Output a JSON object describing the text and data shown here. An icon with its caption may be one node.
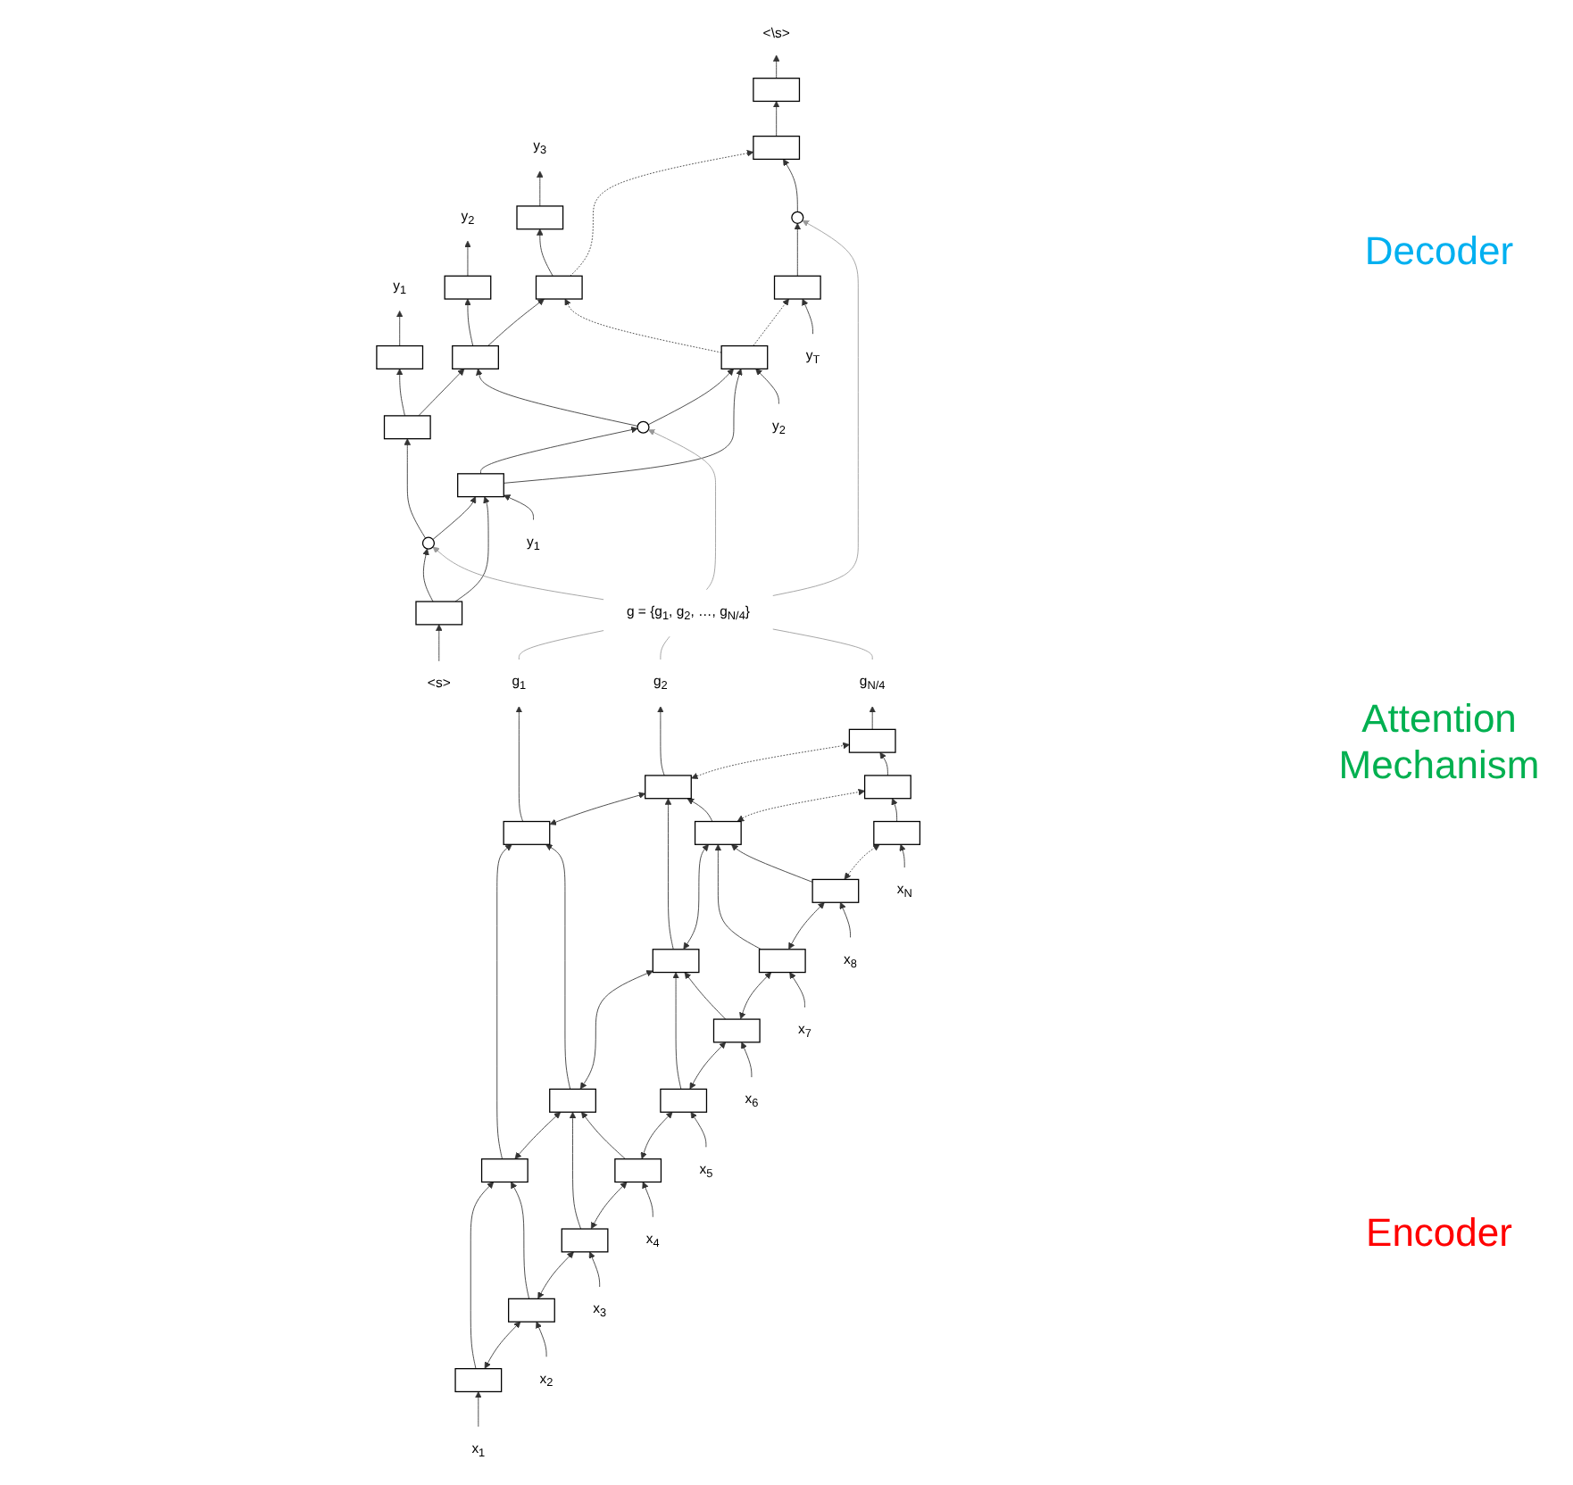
{
  "diagram": {
    "nodes": [
      {
        "text": [
          "y$_{1}$"
        ]
      },
      {
        "text": [
          "y$_{2}$"
        ]
      },
      {
        "text": [
          "y$_{3}$"
        ]
      },
      {
        "text": [
          "<\\s>"
        ]
      },
      {
        "text": [],
        "shape": "box"
      },
      {
        "text": [],
        "shape": "box"
      },
      {
        "text": [],
        "shape": "box"
      },
      {
        "text": [],
        "shape": "box"
      },
      {
        "text": [],
        "shape": "box"
      },
      {
        "text": [],
        "shape": "box"
      },
      {
        "text": [],
        "shape": "box"
      },
      {
        "text": [],
        "shape": "box"
      },
      {
        "text": [],
        "shape": "circle"
      },
      {
        "text": [],
        "shape": "circle"
      },
      {
        "text": [],
        "shape": "circle"
      },
      {
        "text": [],
        "shape": "box"
      },
      {
        "text": [],
        "shape": "box"
      },
      {
        "text": [],
        "shape": "box"
      },
      {
        "text": [],
        "shape": "box"
      },
      {
        "text": [
          "<s>"
        ]
      },
      {
        "text": [
          "y$_{1}$"
        ]
      },
      {
        "text": [
          "y$_{2}$"
        ]
      },
      {
        "text": [
          "y$_{T}$"
        ]
      },
      {
        "text": [
          "g = {g$_{1}$, g$_{2}$, …, g$_{N/4}$}"
        ]
      },
      {
        "text": [
          "g$_{1}$"
        ]
      },
      {
        "text": [
          "g$_{2}$"
        ]
      },
      {
        "text": [
          "g$_{N/4}$"
        ]
      },
      {
        "text": [],
        "shape": "box"
      },
      {
        "text": [],
        "shape": "box"
      },
      {
        "text": [],
        "shape": "box"
      },
      {
        "text": [],
        "shape": "box"
      },
      {
        "text": [],
        "shape": "box"
      },
      {
        "text": [],
        "shape": "box"
      },
      {
        "text": [],
        "shape": "box"
      },
      {
        "text": [],
        "shape": "box"
      },
      {
        "text": [],
        "shape": "box"
      },
      {
        "text": [],
        "shape": "box"
      },
      {
        "text": [],
        "shape": "box"
      },
      {
        "text": [],
        "shape": "box"
      },
      {
        "text": [],
        "shape": "box"
      },
      {
        "text": [],
        "shape": "box"
      },
      {
        "text": [],
        "shape": "box"
      },
      {
        "text": [],
        "shape": "box"
      },
      {
        "text": [],
        "shape": "box"
      },
      {
        "text": [
          "x$_{1}$"
        ]
      },
      {
        "text": [
          "x$_{2}$"
        ]
      },
      {
        "text": [
          "x$_{3}$"
        ]
      },
      {
        "text": [
          "x$_{4}$"
        ]
      },
      {
        "text": [
          "x$_{5}$"
        ]
      },
      {
        "text": [
          "x$_{6}$"
        ]
      },
      {
        "text": [
          "x$_{7}$"
        ]
      },
      {
        "text": [
          "x$_{8}$"
        ]
      },
      {
        "text": [
          "x$_{N}$"
        ]
      }
    ],
    "edges": [
      {
        "from": 4,
        "to": 0,
        "arrow": "to"
      },
      {
        "from": 5,
        "to": 1,
        "arrow": "to"
      },
      {
        "from": 6,
        "to": 2,
        "arrow": "to"
      },
      {
        "from": 7,
        "to": 3,
        "arrow": "to"
      },
      {
        "from": 8,
        "to": 4,
        "arrow": "to"
      },
      {
        "from": 9,
        "to": 5,
        "arrow": "to"
      },
      {
        "from": 10,
        "to": 6,
        "arrow": "to"
      },
      {
        "from": 11,
        "to": 7,
        "arrow": "to"
      },
      {
        "from": 8,
        "to": 9,
        "arrow": "to"
      },
      {
        "from": 9,
        "to": 10,
        "arrow": "to"
      },
      {
        "from": 10,
        "to": 11,
        "arrow": "to",
        "style": "dashed"
      },
      {
        "from": 12,
        "to": 8,
        "arrow": "to"
      },
      {
        "from": 13,
        "to": 9,
        "arrow": "to"
      },
      {
        "from": 14,
        "to": 11,
        "arrow": "to"
      },
      {
        "from": 17,
        "to": 10,
        "arrow": "to",
        "style": "dashed"
      },
      {
        "from": 15,
        "to": 12,
        "arrow": "to"
      },
      {
        "from": 16,
        "to": 13,
        "arrow": "to"
      },
      {
        "from": 18,
        "to": 14,
        "arrow": "to"
      },
      {
        "from": 12,
        "to": 16,
        "arrow": "to"
      },
      {
        "from": 13,
        "to": 17,
        "arrow": "to"
      },
      {
        "from": 15,
        "to": 16,
        "arrow": "to"
      },
      {
        "from": 16,
        "to": 17,
        "arrow": "to"
      },
      {
        "from": 17,
        "to": 18,
        "arrow": "to",
        "style": "dashed"
      },
      {
        "from": 19,
        "to": 15,
        "arrow": "to"
      },
      {
        "from": 20,
        "to": 16,
        "arrow": "to"
      },
      {
        "from": 21,
        "to": 17,
        "arrow": "to"
      },
      {
        "from": 22,
        "to": 18,
        "arrow": "to"
      },
      {
        "from": 23,
        "to": 12,
        "arrow": "to",
        "color": "#999999"
      },
      {
        "from": 23,
        "to": 13,
        "arrow": "to",
        "color": "#999999"
      },
      {
        "from": 23,
        "to": 14,
        "arrow": "to",
        "color": "#999999"
      },
      {
        "from": 24,
        "to": 23,
        "arrow": "none",
        "color": "#999999"
      },
      {
        "from": 25,
        "to": 23,
        "arrow": "none",
        "color": "#999999"
      },
      {
        "from": 26,
        "to": 23,
        "arrow": "none",
        "color": "#999999"
      },
      {
        "from": 27,
        "to": 24,
        "arrow": "to"
      },
      {
        "from": 28,
        "to": 25,
        "arrow": "to"
      },
      {
        "from": 29,
        "to": 26,
        "arrow": "to"
      },
      {
        "from": 27,
        "to": 28,
        "arrow": "both"
      },
      {
        "from": 28,
        "to": 29,
        "arrow": "both",
        "style": "dashed"
      },
      {
        "from": 30,
        "to": 27,
        "arrow": "to"
      },
      {
        "from": 31,
        "to": 27,
        "arrow": "to"
      },
      {
        "from": 32,
        "to": 28,
        "arrow": "to"
      },
      {
        "from": 33,
        "to": 28,
        "arrow": "to"
      },
      {
        "from": 34,
        "to": 29,
        "arrow": "to"
      },
      {
        "from": 30,
        "to": 31,
        "arrow": "both"
      },
      {
        "from": 31,
        "to": 32,
        "arrow": "both"
      },
      {
        "from": 32,
        "to": 33,
        "arrow": "both"
      },
      {
        "from": 33,
        "to": 34,
        "arrow": "both",
        "style": "dashed"
      },
      {
        "from": 35,
        "to": 30,
        "arrow": "to"
      },
      {
        "from": 36,
        "to": 30,
        "arrow": "to"
      },
      {
        "from": 37,
        "to": 31,
        "arrow": "to"
      },
      {
        "from": 38,
        "to": 31,
        "arrow": "to"
      },
      {
        "from": 39,
        "to": 32,
        "arrow": "to"
      },
      {
        "from": 40,
        "to": 32,
        "arrow": "to"
      },
      {
        "from": 41,
        "to": 33,
        "arrow": "to"
      },
      {
        "from": 42,
        "to": 33,
        "arrow": "to"
      },
      {
        "from": 43,
        "to": 34,
        "arrow": "to"
      },
      {
        "from": 35,
        "to": 36,
        "arrow": "both"
      },
      {
        "from": 36,
        "to": 37,
        "arrow": "both"
      },
      {
        "from": 37,
        "to": 38,
        "arrow": "both"
      },
      {
        "from": 38,
        "to": 39,
        "arrow": "both"
      },
      {
        "from": 39,
        "to": 40,
        "arrow": "both"
      },
      {
        "from": 40,
        "to": 41,
        "arrow": "both"
      },
      {
        "from": 41,
        "to": 42,
        "arrow": "both"
      },
      {
        "from": 42,
        "to": 43,
        "arrow": "both",
        "style": "dashed"
      },
      {
        "from": 44,
        "to": 35,
        "arrow": "to"
      },
      {
        "from": 45,
        "to": 36,
        "arrow": "to"
      },
      {
        "from": 46,
        "to": 37,
        "arrow": "to"
      },
      {
        "from": 47,
        "to": 38,
        "arrow": "to"
      },
      {
        "from": 48,
        "to": 39,
        "arrow": "to"
      },
      {
        "from": 49,
        "to": 40,
        "arrow": "to"
      },
      {
        "from": 50,
        "to": 41,
        "arrow": "to"
      },
      {
        "from": 51,
        "to": 42,
        "arrow": "to"
      },
      {
        "from": 52,
        "to": 43,
        "arrow": "to"
      }
    ],
    "labels": [
      "Decoder",
      "Attention Mechanism",
      "Encoder"
    ]
  }
}
